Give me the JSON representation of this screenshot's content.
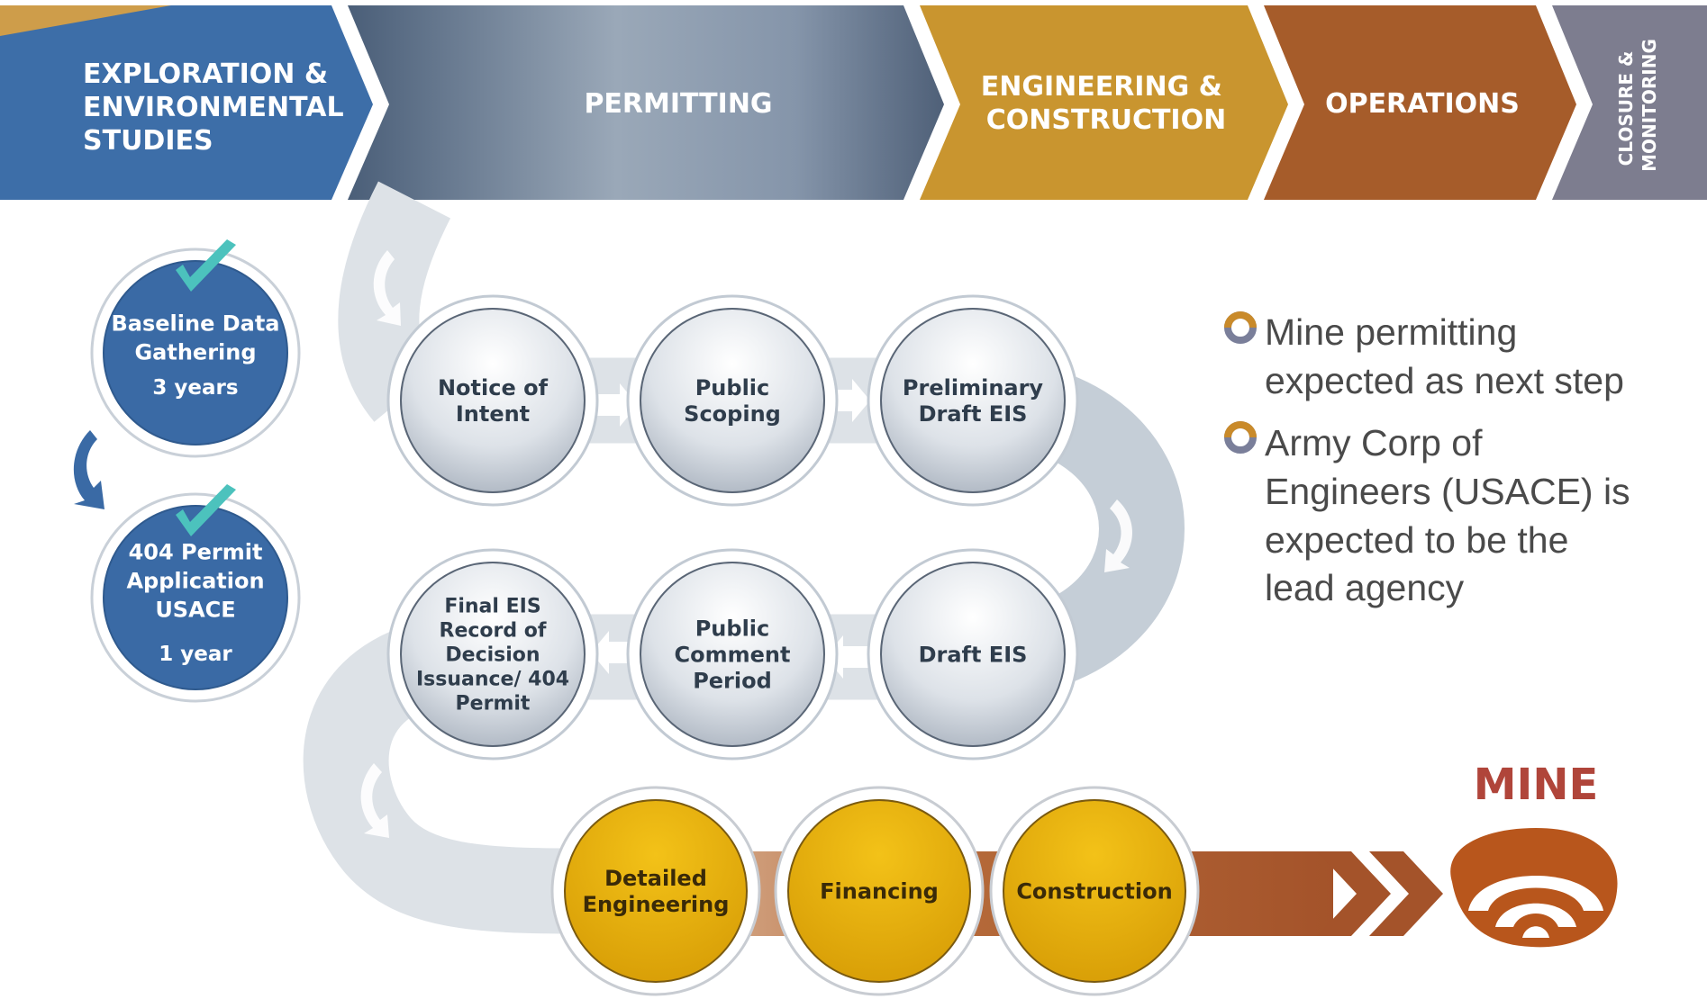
{
  "colors": {
    "exploration": "#3d6ea8",
    "permitting": "#8a9aae",
    "engineering": "#c9952f",
    "operations": "#a65c2a",
    "closure": "#7d7d8f",
    "blue_circle": "#3a6aa5",
    "gold_circle": "#e6b010",
    "teal_check": "#4cc2bd",
    "mine_label": "#b0453a",
    "mine_icon": "#b8561c"
  },
  "phases": [
    {
      "lines": [
        "EXPLORATION &",
        "ENVIRONMENTAL",
        "STUDIES"
      ]
    },
    {
      "lines": [
        "PERMITTING"
      ]
    },
    {
      "lines": [
        "ENGINEERING &",
        "CONSTRUCTION"
      ]
    },
    {
      "lines": [
        "OPERATIONS"
      ]
    },
    {
      "lines": [
        "CLOSURE &",
        "MONITORING"
      ]
    }
  ],
  "completed_steps": [
    {
      "lines": [
        "Baseline Data",
        "Gathering"
      ],
      "duration": "3 years",
      "icon": "checkmark-icon"
    },
    {
      "lines": [
        "404 Permit",
        "Application",
        "USACE"
      ],
      "duration": "1 year",
      "icon": "checkmark-icon"
    }
  ],
  "permitting_steps": [
    {
      "lines": [
        "Notice of",
        "Intent"
      ]
    },
    {
      "lines": [
        "Public",
        "Scoping"
      ]
    },
    {
      "lines": [
        "Preliminary",
        "Draft EIS"
      ]
    },
    {
      "lines": [
        "Draft EIS"
      ]
    },
    {
      "lines": [
        "Public",
        "Comment",
        "Period"
      ]
    },
    {
      "lines": [
        "Final EIS",
        "Record of",
        "Decision",
        "Issuance/ 404",
        "Permit"
      ]
    }
  ],
  "construction_steps": [
    {
      "lines": [
        "Detailed",
        "Engineering"
      ]
    },
    {
      "lines": [
        "Financing"
      ]
    },
    {
      "lines": [
        "Construction"
      ]
    }
  ],
  "mine_label": "MINE",
  "notes": [
    {
      "lines": [
        "Mine permitting",
        "expected as next step"
      ]
    },
    {
      "lines": [
        "Army Corp of",
        "Engineers (USACE) is",
        "expected to be the",
        "lead agency"
      ]
    }
  ]
}
